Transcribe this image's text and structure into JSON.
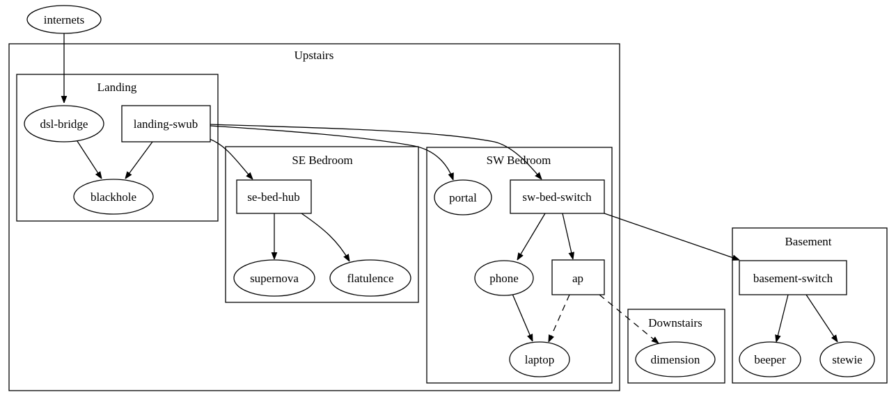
{
  "clusters": {
    "upstairs": "Upstairs",
    "landing": "Landing",
    "se_bedroom": "SE Bedroom",
    "sw_bedroom": "SW Bedroom",
    "downstairs": "Downstairs",
    "basement": "Basement"
  },
  "nodes": {
    "internets": "internets",
    "dsl_bridge": "dsl-bridge",
    "landing_swub": "landing-swub",
    "blackhole": "blackhole",
    "se_bed_hub": "se-bed-hub",
    "supernova": "supernova",
    "flatulence": "flatulence",
    "portal": "portal",
    "sw_bed_switch": "sw-bed-switch",
    "phone": "phone",
    "ap": "ap",
    "laptop": "laptop",
    "dimension": "dimension",
    "basement_switch": "basement-switch",
    "beeper": "beeper",
    "stewie": "stewie"
  },
  "edges": [
    {
      "from": "internets",
      "to": "dsl-bridge",
      "style": "solid"
    },
    {
      "from": "dsl-bridge",
      "to": "blackhole",
      "style": "solid"
    },
    {
      "from": "landing-swub",
      "to": "blackhole",
      "style": "solid"
    },
    {
      "from": "landing-swub",
      "to": "se-bed-hub",
      "style": "solid"
    },
    {
      "from": "landing-swub",
      "to": "portal",
      "style": "solid"
    },
    {
      "from": "landing-swub",
      "to": "sw-bed-switch",
      "style": "solid"
    },
    {
      "from": "se-bed-hub",
      "to": "supernova",
      "style": "solid"
    },
    {
      "from": "se-bed-hub",
      "to": "flatulence",
      "style": "solid"
    },
    {
      "from": "sw-bed-switch",
      "to": "phone",
      "style": "solid"
    },
    {
      "from": "sw-bed-switch",
      "to": "ap",
      "style": "solid"
    },
    {
      "from": "sw-bed-switch",
      "to": "basement-switch",
      "style": "solid"
    },
    {
      "from": "phone",
      "to": "laptop",
      "style": "solid"
    },
    {
      "from": "ap",
      "to": "laptop",
      "style": "dashed"
    },
    {
      "from": "ap",
      "to": "dimension",
      "style": "dashed"
    },
    {
      "from": "basement-switch",
      "to": "beeper",
      "style": "solid"
    },
    {
      "from": "basement-switch",
      "to": "stewie",
      "style": "solid"
    }
  ]
}
